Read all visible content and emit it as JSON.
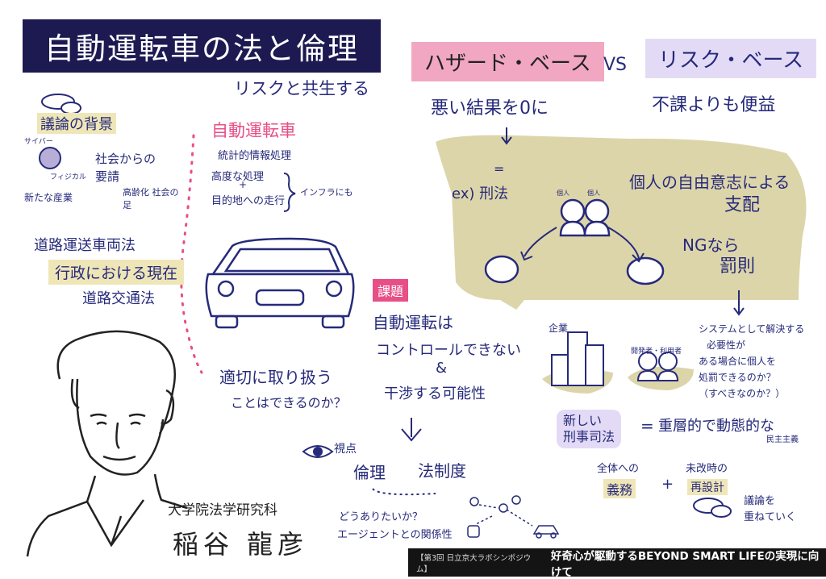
{
  "title": "自動運転車の法と倫理",
  "subtitle": "リスクと共生する",
  "hazard_base": "ハザード・ベース",
  "vs": "VS",
  "risk_base": "リスク・ベース",
  "hazard_desc": "悪い結果を0に",
  "risk_desc": "不課よりも便益",
  "background": {
    "heading": "議論の背景",
    "cyber": "サイバー",
    "physical": "フィジカル",
    "new_industry": "新たな産業",
    "social_demand": "社会からの要請",
    "aging": "高齢化 社会の足"
  },
  "law": {
    "road_transport": "道路運送車両法",
    "admin_current": "行政における現在",
    "road_traffic": "道路交通法"
  },
  "auto": {
    "heading": "自動運転車",
    "stat": "統計的情報処理",
    "advanced": "高度な処理",
    "plus": "+",
    "to_dest": "目的地への走行",
    "infra": "インフラにも",
    "question": "適切に取り扱う",
    "question2": "ことはできるのか？"
  },
  "criminal": {
    "equals": "=",
    "ex": "ex) 刑法",
    "person1": "個人",
    "person2": "個人",
    "free_will": "個人の自由意志による",
    "control": "支配",
    "ng": "NGなら",
    "punish": "罰則"
  },
  "issue": {
    "tag": "課題",
    "line1": "自動運転は",
    "line2": "コントロールできない",
    "amp": "&",
    "line3": "干渉する可能性"
  },
  "perspective": {
    "label": "視点",
    "ethics": "倫理",
    "legal": "法制度",
    "how": "どうありたいか？",
    "agent": "エージェントとの関係性"
  },
  "enterprise": "企業",
  "users": "開発者・利用者",
  "system_q": [
    "システムとして解決する",
    "必要性が",
    "ある場合に個人を",
    "処罰できるのか？",
    "（すべきなのか？）"
  ],
  "new_law": {
    "label1": "新しい",
    "label2": "刑事司法",
    "eq": "=",
    "desc": "重層的で動態的な",
    "democracy": "民主主義"
  },
  "duty": {
    "l1": "全体への",
    "l2": "義務",
    "plus": "+",
    "r1": "未改時の",
    "r2": "再設計"
  },
  "discuss": [
    "議論を",
    "重ねていく"
  ],
  "speaker": {
    "affiliation": "大学院法学研究科",
    "name": "稲谷 龍彦"
  },
  "footer": {
    "small": "【第3回 日立京大ラボシンポジウム】",
    "main": "好奇心が駆動するBEYOND SMART LIFEの実現に向けて"
  },
  "colors": {
    "navy": "#1d1a52",
    "ink": "#262a7a",
    "pink": "#e74f86",
    "beige": "#ddd5aa",
    "lavender": "#e3dbf6"
  }
}
